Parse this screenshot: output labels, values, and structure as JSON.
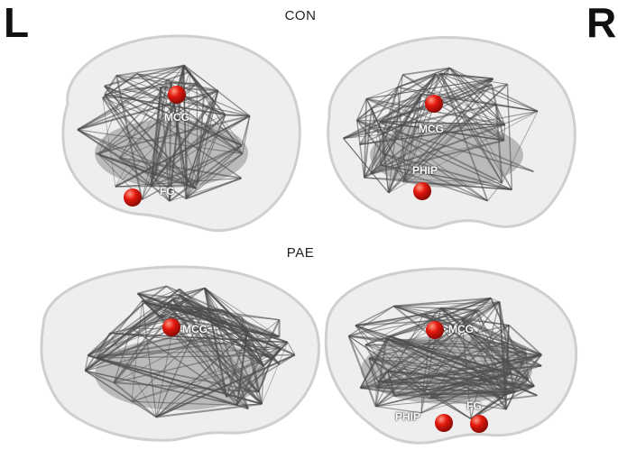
{
  "corner_labels": {
    "left": "L",
    "right": "R"
  },
  "groups": [
    {
      "title": "CON",
      "panels": [
        {
          "hemisphere": "left",
          "nodes": [
            {
              "label": "MCG"
            },
            {
              "label": "FG"
            }
          ]
        },
        {
          "hemisphere": "right",
          "nodes": [
            {
              "label": "MCG"
            },
            {
              "label": "PHIP"
            }
          ]
        }
      ]
    },
    {
      "title": "PAE",
      "panels": [
        {
          "hemisphere": "left",
          "nodes": [
            {
              "label": "MCG"
            }
          ]
        },
        {
          "hemisphere": "right",
          "nodes": [
            {
              "label": "MCG"
            },
            {
              "label": "PHIP"
            },
            {
              "label": "FG"
            }
          ]
        }
      ]
    }
  ],
  "colors": {
    "brain_fill": "#ebebeb",
    "brain_outline": "#cfcfcf",
    "edge": "#4a4a4a",
    "node": "#e0140c",
    "node_highlight": "#ff8a70"
  }
}
